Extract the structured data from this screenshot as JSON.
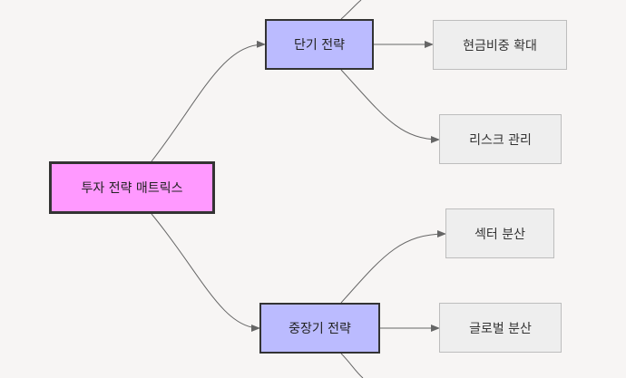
{
  "diagram": {
    "root": {
      "label": "투자 전략 매트릭스"
    },
    "short_term": {
      "label": "단기 전략",
      "children": [
        "현금비중 확대",
        "리스크 관리"
      ]
    },
    "mid_long_term": {
      "label": "중장기 전략",
      "children": [
        "섹터 분산",
        "글로벌 분산"
      ]
    }
  },
  "colors": {
    "background": "#f7f5f4",
    "root_fill": "#ff99ff",
    "strategy_fill": "#bbbbff",
    "leaf_fill": "#eeeeee",
    "edge": "#666666"
  }
}
